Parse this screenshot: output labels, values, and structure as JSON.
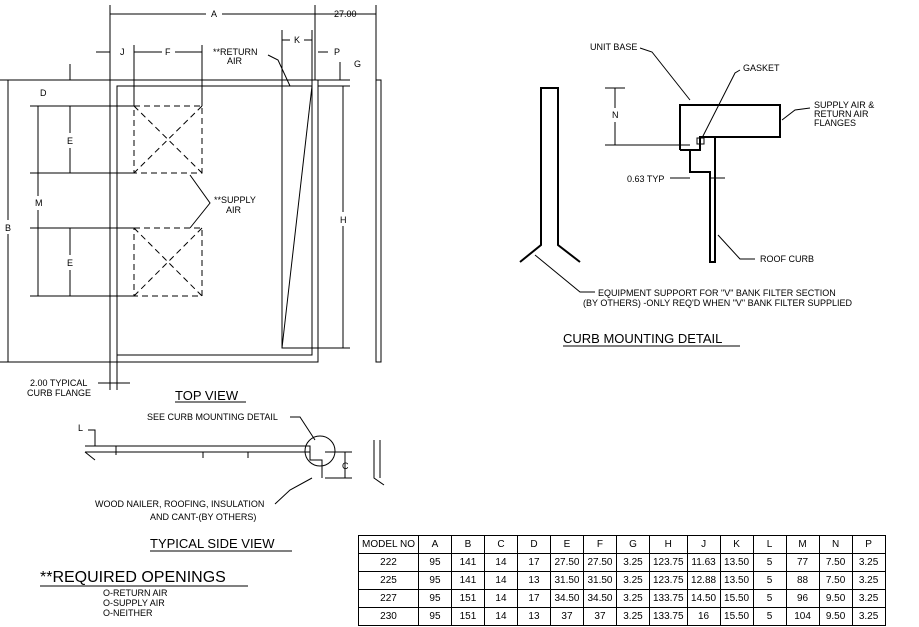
{
  "top_view": {
    "title": "TOP VIEW",
    "dims": {
      "A": "A",
      "B": "B",
      "D": "D",
      "E1": "E",
      "E2": "E",
      "F": "F",
      "G": "G",
      "H": "H",
      "J": "J",
      "K": "K",
      "M": "M",
      "P": "P",
      "w27": "27.00"
    },
    "return_air": "**RETURN AIR",
    "return_air_l1": "**RETURN",
    "return_air_l2": "AIR",
    "supply_air_l1": "**SUPPLY",
    "supply_air_l2": "AIR",
    "curb_flange_l1": "2.00 TYPICAL",
    "curb_flange_l2": "CURB FLANGE"
  },
  "side_view": {
    "title": "TYPICAL SIDE VIEW",
    "see_detail": "SEE CURB MOUNTING DETAIL",
    "L": "L",
    "C": "C",
    "note_l1": "WOOD NAILER, ROOFING, INSULATION",
    "note_l2": "AND CANT-(BY OTHERS)"
  },
  "curb_detail": {
    "title": "CURB MOUNTING DETAIL",
    "unit_base": "UNIT BASE",
    "gasket": "GASKET",
    "flanges_l1": "SUPPLY AIR &",
    "flanges_l2": "RETURN AIR",
    "flanges_l3": "FLANGES",
    "N": "N",
    "typ": "0.63 TYP",
    "roof_curb": "ROOF CURB",
    "support_l1": "EQUIPMENT SUPPORT FOR \"V\" BANK FILTER SECTION",
    "support_l2": "(BY OTHERS) -ONLY REQ'D WHEN \"V\" BANK FILTER SUPPLIED"
  },
  "required_openings": {
    "title": "**REQUIRED OPENINGS",
    "options": [
      "O-RETURN AIR",
      "O-SUPPLY AIR",
      "O-NEITHER"
    ]
  },
  "table": {
    "headers": [
      "MODEL NO",
      "A",
      "B",
      "C",
      "D",
      "E",
      "F",
      "G",
      "H",
      "J",
      "K",
      "L",
      "M",
      "N",
      "P"
    ],
    "rows": [
      [
        "222",
        "95",
        "141",
        "14",
        "17",
        "27.50",
        "27.50",
        "3.25",
        "123.75",
        "11.63",
        "13.50",
        "5",
        "77",
        "7.50",
        "3.25"
      ],
      [
        "225",
        "95",
        "141",
        "14",
        "13",
        "31.50",
        "31.50",
        "3.25",
        "123.75",
        "12.88",
        "13.50",
        "5",
        "88",
        "7.50",
        "3.25"
      ],
      [
        "227",
        "95",
        "151",
        "14",
        "17",
        "34.50",
        "34.50",
        "3.25",
        "133.75",
        "14.50",
        "15.50",
        "5",
        "96",
        "9.50",
        "3.25"
      ],
      [
        "230",
        "95",
        "151",
        "14",
        "13",
        "37",
        "37",
        "3.25",
        "133.75",
        "16",
        "15.50",
        "5",
        "104",
        "9.50",
        "3.25"
      ]
    ]
  }
}
